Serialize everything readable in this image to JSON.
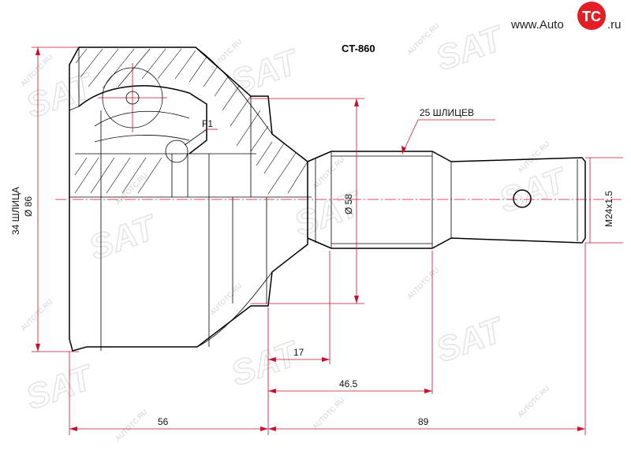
{
  "title": "CT-860",
  "logo": {
    "prefix": "www.Auto",
    "badge": "TC",
    "suffix": ".ru",
    "badge_color": "#e31e24"
  },
  "watermark": {
    "brand": "SAT",
    "site": "AUTOTC.RU"
  },
  "labels": {
    "splines_outer": "34 ШЛИЦА",
    "outer_diameter": "Ø 86",
    "splines_inner": "25 ШЛИЦЕВ",
    "inner_diameter": "Ø 58",
    "thread": "M24x1.5",
    "f1": "F1",
    "dim_17": "17",
    "dim_46_5": "46.5",
    "dim_56": "56",
    "dim_89": "89"
  },
  "colors": {
    "dimension": "#c8102e",
    "outline": "#000000"
  }
}
